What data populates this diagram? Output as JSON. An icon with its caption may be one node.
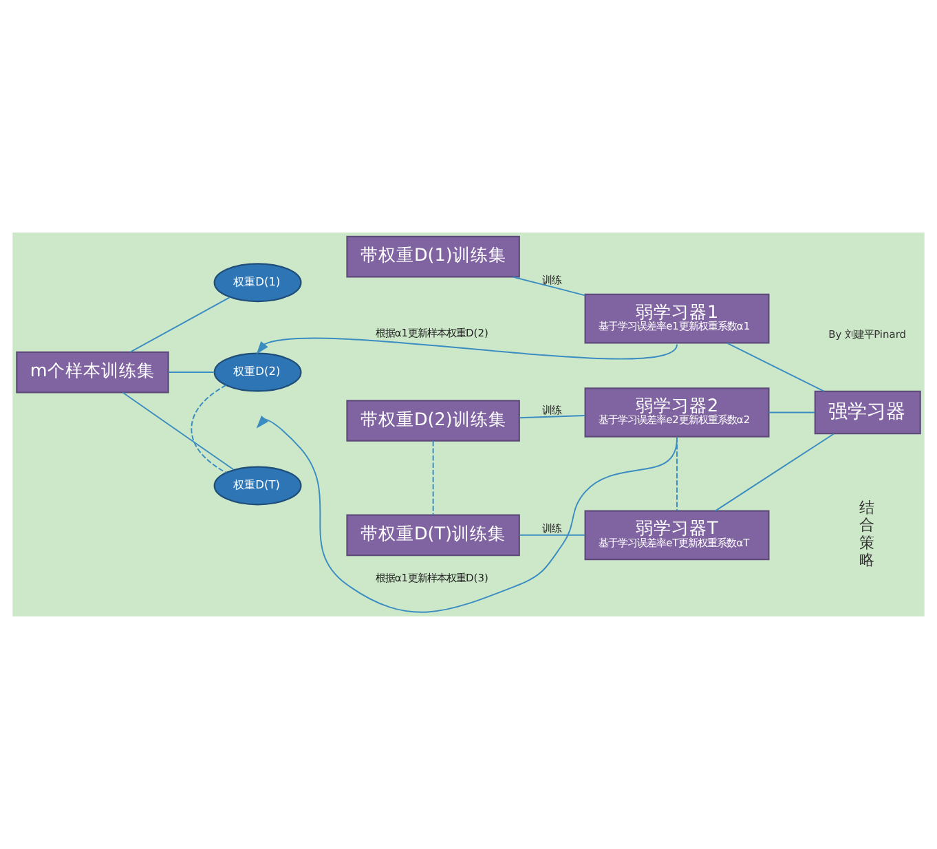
{
  "diagram": {
    "nodes": [
      {
        "text": [
          "m个样本训练集"
        ]
      },
      {
        "text": [
          "权重D(1)"
        ]
      },
      {
        "text": [
          "带权重D(1)训练集"
        ]
      },
      {
        "text": [
          "弱学习器1",
          "基于学习误差率e1更新权重系数α1"
        ]
      },
      {
        "text": [
          "权重D(2)"
        ]
      },
      {
        "text": [
          "带权重D(2)训练集"
        ]
      },
      {
        "text": [
          "弱学习器2",
          "基于学习误差率e2更新权重系数α2"
        ]
      },
      {
        "text": [
          "权重D(T)"
        ]
      },
      {
        "text": [
          "带权重D(T)训练集"
        ]
      },
      {
        "text": [
          "弱学习器T",
          "基于学习误差率eT更新权重系数αT"
        ]
      },
      {
        "text": [
          "强学习器"
        ]
      }
    ],
    "edges": [
      {
        "from": 0,
        "to": 1,
        "arrow": "none"
      },
      {
        "from": 0,
        "to": 4,
        "arrow": "none"
      },
      {
        "from": 0,
        "to": 7,
        "arrow": "none"
      },
      {
        "from": 2,
        "to": 3,
        "arrow": "none",
        "label": "训练"
      },
      {
        "from": 3,
        "to": 4,
        "arrow": "to",
        "label": "根据α1更新样本权重D(2)"
      },
      {
        "from": 5,
        "to": 6,
        "arrow": "none",
        "label": "训练"
      },
      {
        "from": 6,
        "to": null,
        "arrow": "to",
        "label": "根据α1更新样本权重D(3)"
      },
      {
        "from": 8,
        "to": 9,
        "arrow": "none",
        "label": "训练"
      },
      {
        "from": 4,
        "to": 7,
        "arrow": "none",
        "style": "dashed"
      },
      {
        "from": 5,
        "to": 8,
        "arrow": "none",
        "style": "dashed"
      },
      {
        "from": 6,
        "to": 9,
        "arrow": "none",
        "style": "dashed"
      },
      {
        "from": 3,
        "to": 10,
        "arrow": "none"
      },
      {
        "from": 6,
        "to": 10,
        "arrow": "none"
      },
      {
        "from": 9,
        "to": 10,
        "arrow": "none"
      }
    ],
    "labels": [
      "结合策略",
      "By 刘建平Pinard"
    ]
  }
}
